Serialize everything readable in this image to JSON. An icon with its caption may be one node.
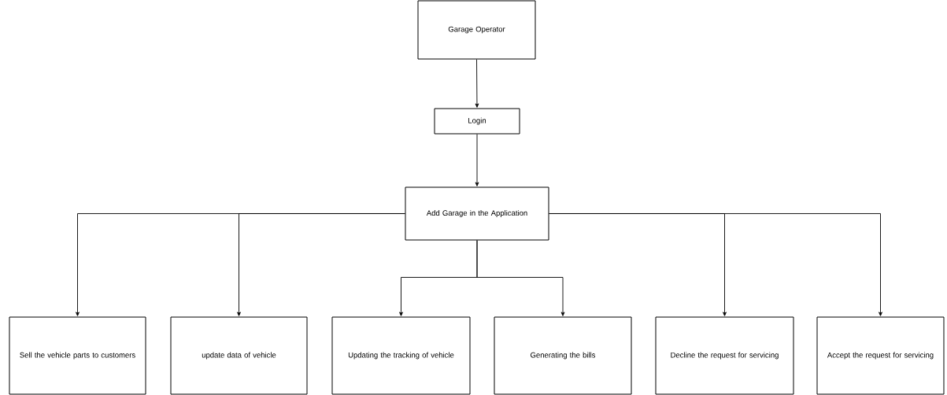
{
  "diagram": {
    "nodes": [
      {
        "text": [
          "Garage Operator"
        ]
      },
      {
        "text": [
          "Login"
        ]
      },
      {
        "text": [
          "Add Garage in the Application"
        ]
      },
      {
        "text": [
          "Sell the vehicle parts to customers"
        ]
      },
      {
        "text": [
          "update data of vehicle"
        ]
      },
      {
        "text": [
          "Updating the tracking of vehicle"
        ]
      },
      {
        "text": [
          "Generating the bills"
        ]
      },
      {
        "text": [
          "Decline the request for servicing"
        ]
      },
      {
        "text": [
          "Accept the request for servicing"
        ]
      }
    ],
    "edges": [
      {
        "from": 0,
        "to": 1,
        "arrow": "to"
      },
      {
        "from": 1,
        "to": 2,
        "arrow": "to"
      },
      {
        "from": 2,
        "to": 3,
        "arrow": "to"
      },
      {
        "from": 2,
        "to": 4,
        "arrow": "to"
      },
      {
        "from": 2,
        "to": 5,
        "arrow": "to"
      },
      {
        "from": 2,
        "to": 6,
        "arrow": "to"
      },
      {
        "from": 2,
        "to": 7,
        "arrow": "to"
      },
      {
        "from": 2,
        "to": 8,
        "arrow": "to"
      }
    ]
  }
}
